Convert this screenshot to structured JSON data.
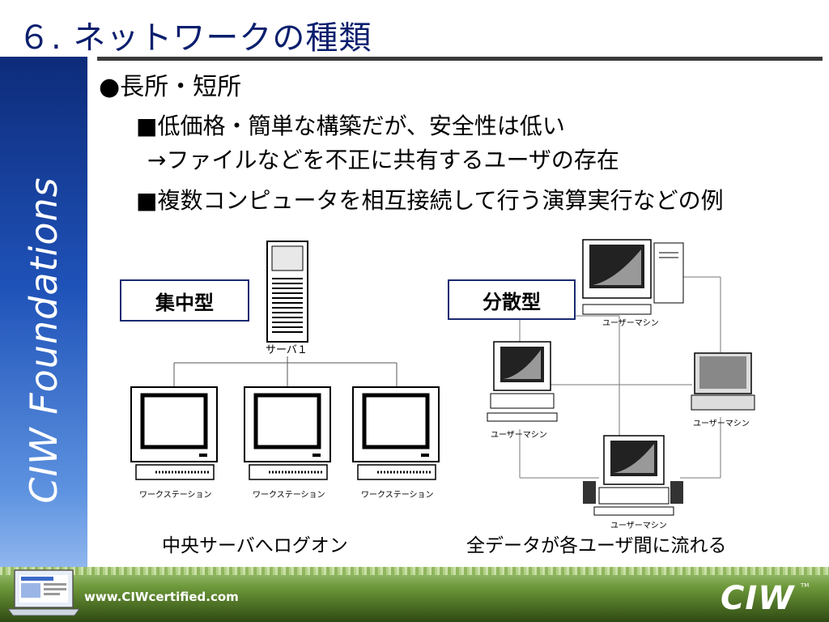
{
  "slide": {
    "title": "６. ネットワークの種類",
    "sidebar_text": "CIW Foundations",
    "bullets": {
      "main": "●長所・短所",
      "item1": "■低価格・簡単な構築だが、安全性は低い",
      "item1_sub": "→ファイルなどを不正に共有するユーザの存在",
      "item2": "■複数コンピュータを相互接続して行う演算実行などの例"
    }
  },
  "diagram_left": {
    "label": "集中型",
    "server_label": "サーバ１",
    "workstation_labels": [
      "ワークステーション",
      "ワークステーション",
      "ワークステーション"
    ],
    "caption": "中央サーバへログオン"
  },
  "diagram_right": {
    "label": "分散型",
    "machine_labels": [
      "ユーザーマシン",
      "ユーザーマシン",
      "ユーザーマシン",
      "ユーザーマシン"
    ],
    "caption": "全データが各ユーザ間に流れる"
  },
  "footer": {
    "url": "www.CIWcertified.com",
    "logo": "CIW",
    "logo_tm": "TM"
  },
  "colors": {
    "title": "#0b1f6e",
    "sidebar_top": "#0d2b7a",
    "sidebar_bottom": "#8fb6ee",
    "label_border": "#1a2a70",
    "footer_green": "#4c6f24"
  }
}
